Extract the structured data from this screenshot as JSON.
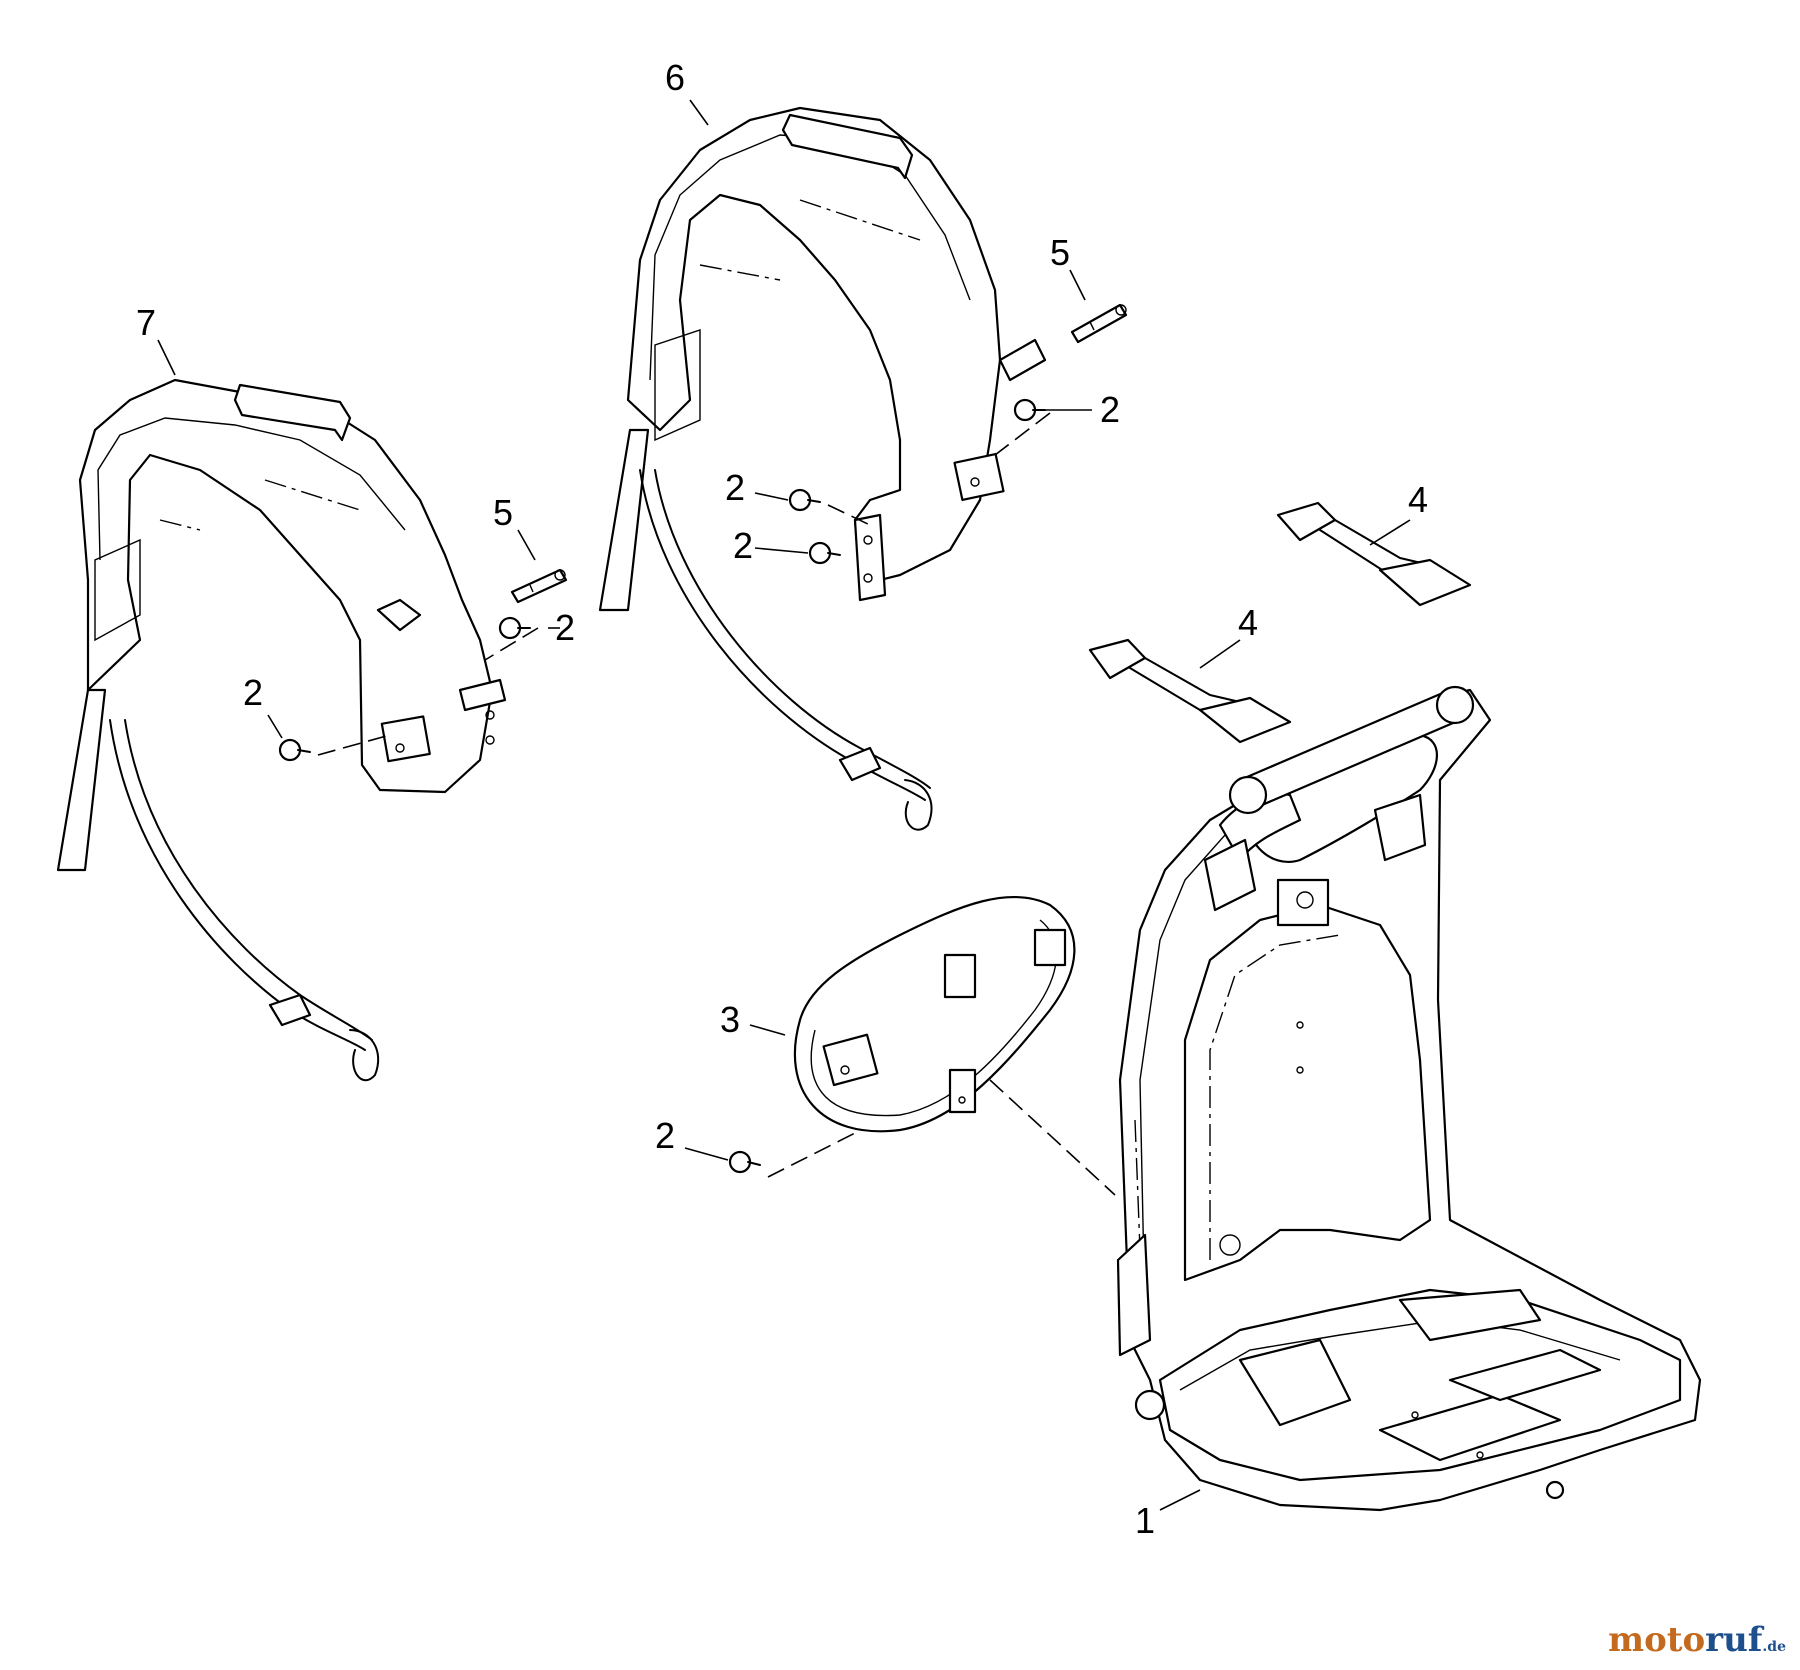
{
  "callouts": {
    "c1": "1",
    "c2a": "2",
    "c2b": "2",
    "c2c": "2",
    "c2d": "2",
    "c2e": "2",
    "c2f": "2",
    "c3": "3",
    "c4a": "4",
    "c4b": "4",
    "c5a": "5",
    "c5b": "5",
    "c6": "6",
    "c7": "7"
  },
  "watermark": {
    "part1": "moto",
    "part2": "ruf",
    "part3": ".de"
  },
  "colors": {
    "line": "#000000",
    "background": "#ffffff",
    "watermark_orange": "#c46a1e",
    "watermark_blue": "#1d4f8c"
  }
}
